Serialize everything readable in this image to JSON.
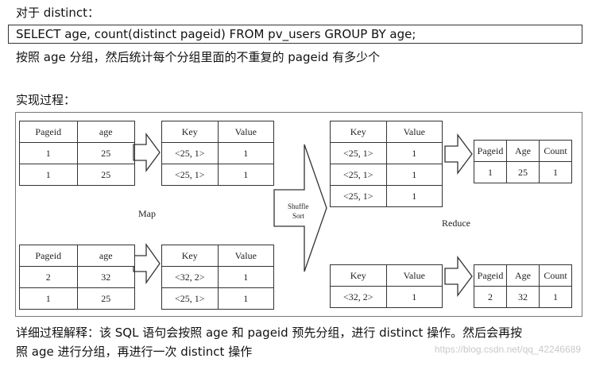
{
  "text": {
    "heading": "对于 distinct：",
    "sql": "SELECT age, count(distinct pageid) FROM pv_users GROUP BY age;",
    "desc": "按照 age 分组，然后统计每个分组里面的不重复的 pageid 有多少个",
    "impl_title": "实现过程：",
    "explain_line1": "详细过程解释：该 SQL 语句会按照 age 和 pageid 预先分组，进行 distinct 操作。然后会再按",
    "explain_line2": "照 age 进行分组，再进行一次 distinct 操作",
    "watermark": "https://blog.csdn.net/qq_42246689"
  },
  "diagram": {
    "map_label": "Map",
    "shuffle_label": "Shuffle",
    "sort_label": "Sort",
    "reduce_label": "Reduce",
    "input_top": {
      "headers": [
        "Pageid",
        "age"
      ],
      "rows": [
        [
          "1",
          "25"
        ],
        [
          "1",
          "25"
        ]
      ]
    },
    "map_out_top": {
      "headers": [
        "Key",
        "Value"
      ],
      "rows": [
        [
          "<25, 1>",
          "1"
        ],
        [
          "<25, 1>",
          "1"
        ]
      ]
    },
    "input_bottom": {
      "headers": [
        "Pageid",
        "age"
      ],
      "rows": [
        [
          "2",
          "32"
        ],
        [
          "1",
          "25"
        ]
      ]
    },
    "map_out_bottom": {
      "headers": [
        "Key",
        "Value"
      ],
      "rows": [
        [
          "<32, 2>",
          "1"
        ],
        [
          "<25, 1>",
          "1"
        ]
      ]
    },
    "shuffle_top": {
      "headers": [
        "Key",
        "Value"
      ],
      "rows": [
        [
          "<25, 1>",
          "1"
        ],
        [
          "<25, 1>",
          "1"
        ],
        [
          "<25, 1>",
          "1"
        ]
      ]
    },
    "shuffle_bottom": {
      "headers": [
        "Key",
        "Value"
      ],
      "rows": [
        [
          "<32, 2>",
          "1"
        ]
      ]
    },
    "result_top": {
      "headers": [
        "Pageid",
        "Age",
        "Count"
      ],
      "rows": [
        [
          "1",
          "25",
          "1"
        ]
      ]
    },
    "result_bottom": {
      "headers": [
        "Pageid",
        "Age",
        "Count"
      ],
      "rows": [
        [
          "2",
          "32",
          "1"
        ]
      ]
    }
  }
}
